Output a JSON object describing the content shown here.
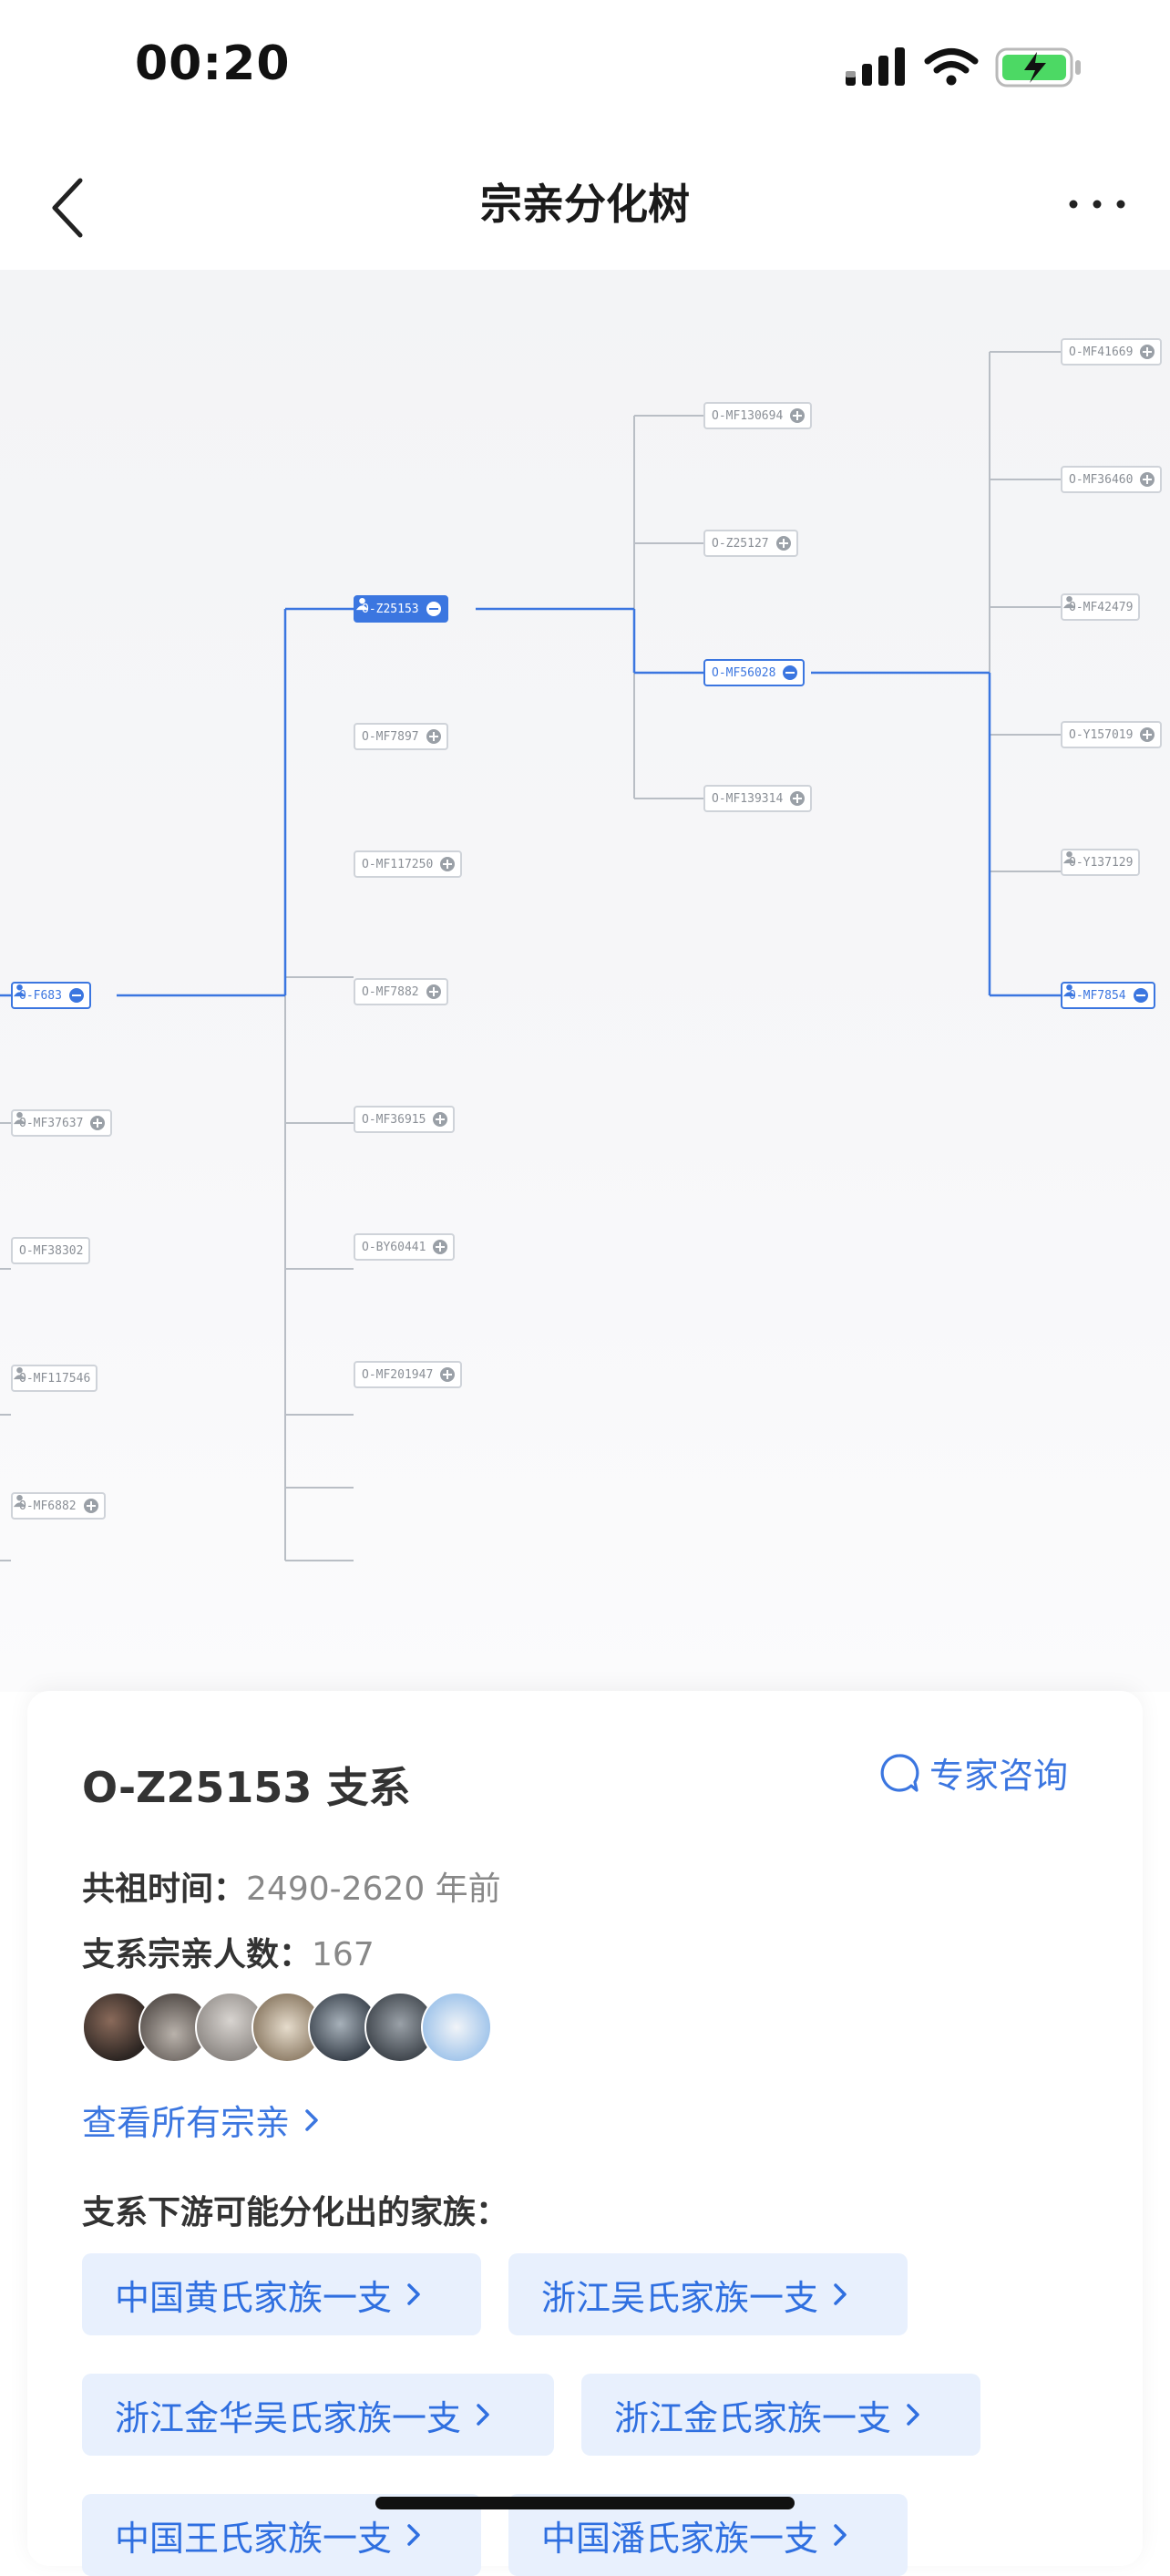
{
  "status": {
    "time": "00:20"
  },
  "nav": {
    "title": "宗亲分化树"
  },
  "tree": {
    "nodes": {
      "root": "O-F683",
      "r_mf37637": "O-MF37637",
      "r_mf38302": "O-MF38302",
      "r_mf117546": "O-MF117546",
      "r_mf6882": "O-MF6882",
      "c_z25153": "O-Z25153",
      "c_mf7897": "O-MF7897",
      "c_mf117250": "O-MF117250",
      "c_mf7882": "O-MF7882",
      "c_mf36915": "O-MF36915",
      "c_by60441": "O-BY60441",
      "c_mf201947": "O-MF201947",
      "g_mf130694": "O-MF130694",
      "g_z25127": "O-Z25127",
      "g_mf56028": "O-MF56028",
      "g_mf139314": "O-MF139314",
      "h_mf41669": "O-MF41669",
      "h_mf36460": "O-MF36460",
      "h_mf42479": "O-MF42479",
      "h_y157019": "O-Y157019",
      "h_y137129": "O-Y137129",
      "h_mf7854": "O-MF7854"
    }
  },
  "card": {
    "title": "O-Z25153 支系",
    "consult_label": "专家咨询",
    "time_label": "共祖时间：",
    "time_value": "2490-2620 年前",
    "count_label": "支系宗亲人数：",
    "count_value": "167",
    "view_all_label": "查看所有宗亲",
    "families_title": "支系下游可能分化出的家族：",
    "families": [
      "中国黄氏家族一支",
      "浙江吴氏家族一支",
      "浙江金华吴氏家族一支",
      "浙江金氏家族一支",
      "中国王氏家族一支",
      "中国潘氏家族一支"
    ]
  },
  "colors": {
    "accent": "#3b76e0",
    "chip_bg": "#e8f0fd",
    "line_gray": "#b9bec5"
  }
}
